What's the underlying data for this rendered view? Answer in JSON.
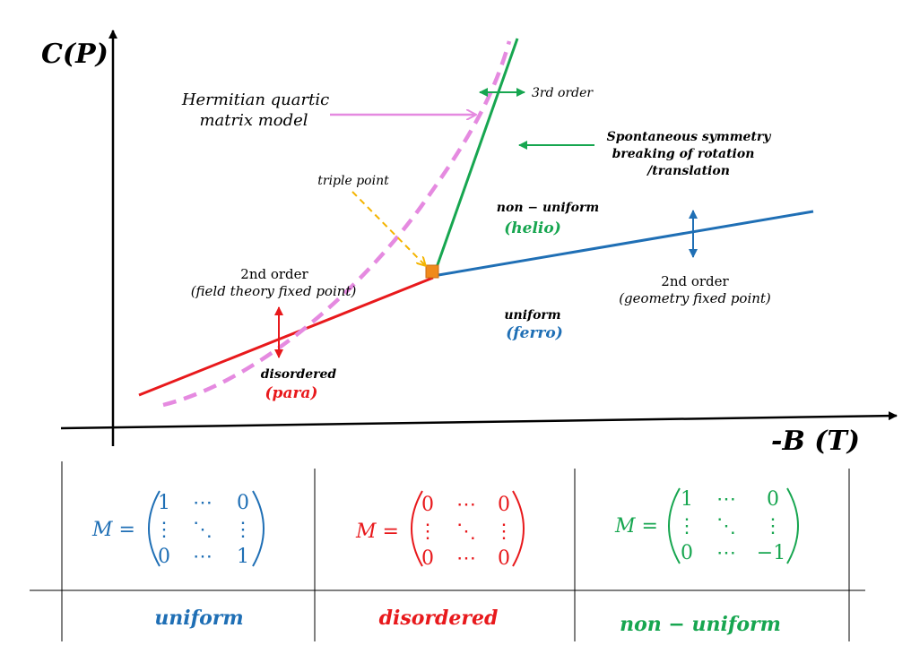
{
  "axes": {
    "y_label": "C(P)",
    "x_label": "-B (T)"
  },
  "annotations": {
    "hermitian_line1": "Hermitian quartic",
    "hermitian_line2": "matrix model",
    "third_order": "3rd order",
    "ssb_line1": "Spontaneous symmetry",
    "ssb_line2": "breaking of rotation",
    "ssb_line3": "/translation",
    "triple_point": "triple point",
    "nonuniform_label": "non − uniform",
    "helio": "(helio)",
    "second_order_left_1": "2nd order",
    "second_order_left_2": "(field theory fixed point)",
    "second_order_right_1": "2nd order",
    "second_order_right_2": "(geometry fixed point)",
    "uniform_label": "uniform",
    "ferro": "(ferro)",
    "disordered_label": "disordered",
    "para": "(para)"
  },
  "table": {
    "matrices": [
      {
        "lhs": "M =",
        "rows": [
          [
            "1",
            "⋯",
            "0"
          ],
          [
            "⋮",
            "⋱",
            "⋮"
          ],
          [
            "0",
            "⋯",
            "1"
          ]
        ]
      },
      {
        "lhs": "M =",
        "rows": [
          [
            "0",
            "⋯",
            "0"
          ],
          [
            "⋮",
            "⋱",
            "⋮"
          ],
          [
            "0",
            "⋯",
            "0"
          ]
        ]
      },
      {
        "lhs": "M =",
        "rows": [
          [
            "1",
            "⋯",
            "0"
          ],
          [
            "⋮",
            "⋱",
            "⋮"
          ],
          [
            "0",
            "⋯",
            "−1"
          ]
        ]
      }
    ],
    "phase_names": [
      "uniform",
      "disordered",
      "non − uniform"
    ]
  },
  "colors": {
    "blue": "#1f6fb5",
    "red": "#e8191c",
    "green": "#17a650",
    "pink": "#e58ae0",
    "orange": "#f08a1c",
    "yellow": "#f4b400",
    "black": "#000000"
  }
}
